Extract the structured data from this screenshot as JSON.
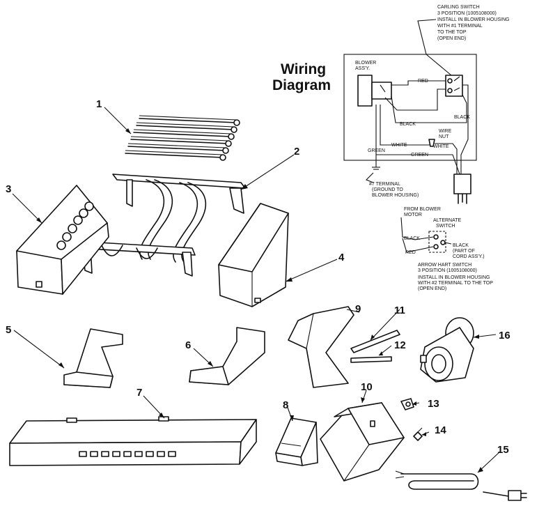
{
  "title_line1": "Wiring",
  "title_line2": "Diagram",
  "callouts": [
    "1",
    "2",
    "3",
    "4",
    "5",
    "6",
    "7",
    "8",
    "9",
    "10",
    "11",
    "12",
    "13",
    "14",
    "15",
    "16"
  ],
  "wiring": {
    "carling_note": [
      "CARLING SWITCH",
      "3 POSITION (1005108000)",
      "INSTALL IN BLOWER HOUSING",
      "WITH #1 TERMINAL",
      "TO THE TOP",
      "(OPEN END)"
    ],
    "blower_assy": [
      "BLOWER",
      "ASS'Y."
    ],
    "red": "RED",
    "black_top": "BLACK",
    "black_right": "BLACK",
    "wire_nut": [
      "WIRE",
      "NUT"
    ],
    "white_left": "WHITE",
    "white_right": "WHITE",
    "green_left": "GREEN",
    "green_mid": "GREEN",
    "ground_note": [
      "#7 TERMINAL",
      "(GROUND TO",
      "BLOWER HOUSING)"
    ],
    "alt_from_motor": [
      "FROM BLOWER",
      "MOTOR"
    ],
    "alt_switch": [
      "ALTERNATE",
      "SWITCH"
    ],
    "alt_black": "BLACK",
    "alt_red": "RED",
    "alt_black_note": [
      "BLACK",
      "(PART OF",
      "CORD ASS'Y.)"
    ],
    "alt_note": [
      "ARROW HART SWITCH",
      "3 POSITION (1005108000)",
      "INSTALL IN BLOWER HOUSING",
      "WITH #2 TERMINAL TO THE TOP",
      "(OPEN END)"
    ]
  }
}
